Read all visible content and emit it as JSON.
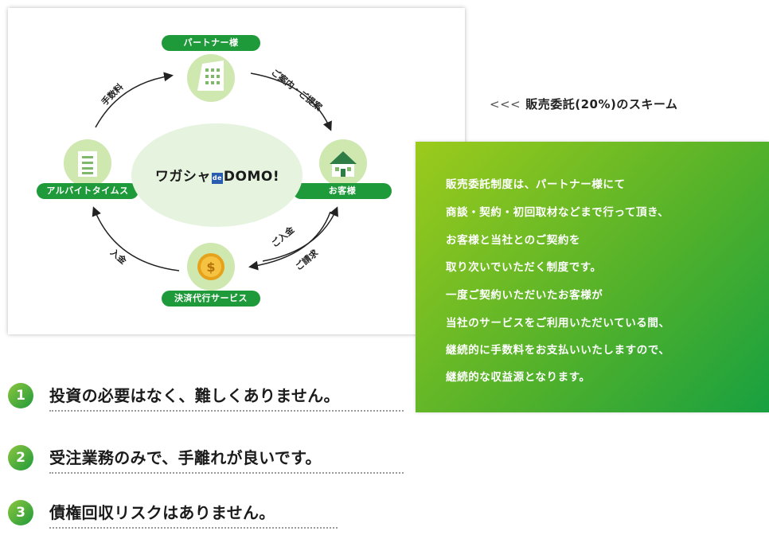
{
  "diagram": {
    "nodes": {
      "partner": "パートナー様",
      "customer": "お客様",
      "payment": "決済代行サービス",
      "arbeit": "アルバイトタイムス"
    },
    "edges": {
      "fee": "手数料",
      "proposal": "ご案内・ご提案",
      "deposit_top": "ご入金",
      "billing": "ご請求",
      "deposit_left": "入金"
    },
    "logo": {
      "prefix": "ワガシャ",
      "mark": "de",
      "suffix": "DOMO!"
    },
    "icons": {
      "partner": "office-building-icon",
      "customer": "house-icon",
      "payment": "dollar-coin-icon",
      "arbeit": "company-building-icon"
    },
    "colors": {
      "label_green": "#1f9a3a",
      "icon_circle": "#cfe8b0",
      "logo_ellipse": "#e6f3df"
    }
  },
  "scheme": {
    "arrows": "<<<",
    "title": "販売委託(20%)のスキーム"
  },
  "description": {
    "lines": [
      "販売委託制度は、パートナー様にて",
      "商談・契約・初回取材などまで行って頂き、",
      "お客様と当社とのご契約を",
      "取り次いでいただく制度です。",
      "一度ご契約いただいたお客様が",
      "当社のサービスをご利用いただいている間、",
      "継続的に手数料をお支払いいたしますので、",
      "継続的な収益源となります。"
    ],
    "gradient": [
      "#9ccb1c",
      "#18a040"
    ]
  },
  "benefits": [
    {
      "number": "1",
      "text": "投資の必要はなく、難しくありません。"
    },
    {
      "number": "2",
      "text": "受注業務のみで、手離れが良いです。"
    },
    {
      "number": "3",
      "text": "債権回収リスクはありません。"
    }
  ]
}
